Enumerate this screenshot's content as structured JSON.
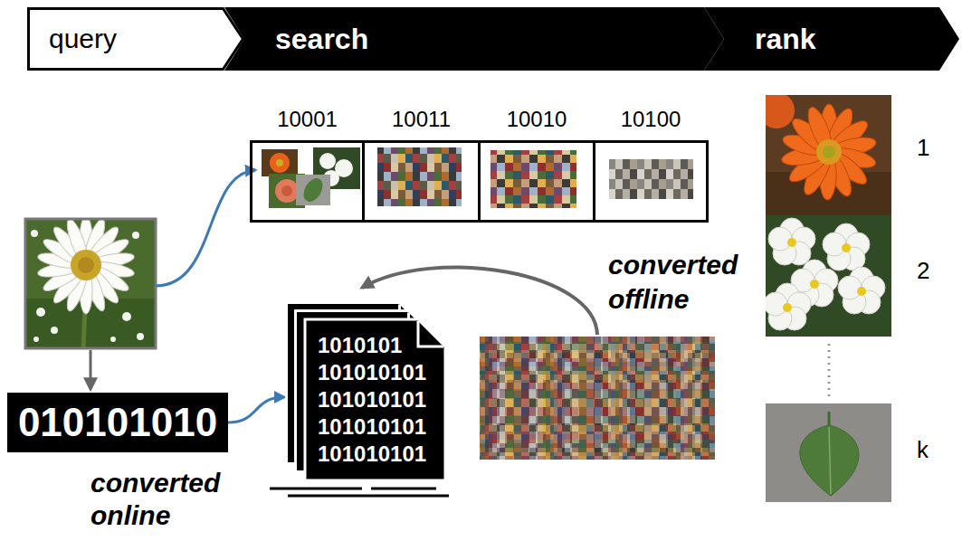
{
  "diagram": {
    "nodes": [
      {
        "text": [
          "query"
        ]
      },
      {
        "text": [
          "search"
        ]
      },
      {
        "text": [
          "rank"
        ]
      },
      {
        "text": [
          "10001"
        ]
      },
      {
        "text": [
          "10011"
        ]
      },
      {
        "text": [
          "10010"
        ]
      },
      {
        "text": [
          "10100"
        ]
      },
      {
        "text": [
          "010101010"
        ]
      },
      {
        "text": [
          "1010101",
          "101010101",
          "101010101",
          "101010101",
          "101010101"
        ]
      }
    ],
    "edges": [
      {
        "from": 7,
        "to": 8,
        "arrow": "to"
      }
    ],
    "labels": [
      "converted offline",
      "converted online",
      "1",
      "2",
      "k"
    ]
  }
}
